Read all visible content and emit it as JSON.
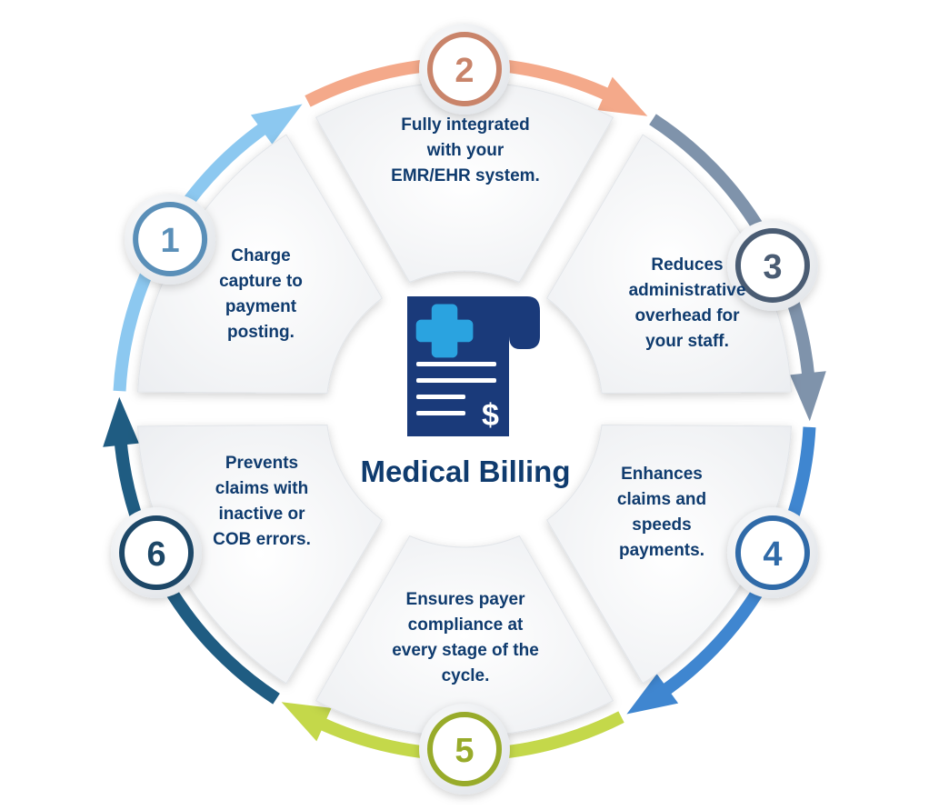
{
  "center": {
    "title": "Medical Billing",
    "icon": "medical-bill-icon",
    "icon_color": "#1a3a7a",
    "accent_color": "#2aa3e0"
  },
  "steps": [
    {
      "number": "1",
      "lines": [
        "Charge",
        "capture to",
        "payment",
        "posting."
      ],
      "color": "#8cc8f0",
      "ring_color": "#5a8fb8"
    },
    {
      "number": "2",
      "lines": [
        "Fully integrated",
        "with your",
        "EMR/EHR system."
      ],
      "color": "#f4a98a",
      "ring_color": "#c9846a"
    },
    {
      "number": "3",
      "lines": [
        "Reduces",
        "administrative",
        "overhead for",
        "your staff."
      ],
      "color": "#7f93ab",
      "ring_color": "#4a5c73"
    },
    {
      "number": "4",
      "lines": [
        "Enhances",
        "claims and",
        "speeds",
        "payments."
      ],
      "color": "#3f86d0",
      "ring_color": "#2f6aa8"
    },
    {
      "number": "5",
      "lines": [
        "Ensures payer",
        "compliance at",
        "every stage of the",
        "cycle."
      ],
      "color": "#c4d84a",
      "ring_color": "#98ab2a"
    },
    {
      "number": "6",
      "lines": [
        "Prevents",
        "claims with",
        "inactive or",
        "COB errors."
      ],
      "color": "#1f5c82",
      "ring_color": "#1d4767"
    }
  ]
}
